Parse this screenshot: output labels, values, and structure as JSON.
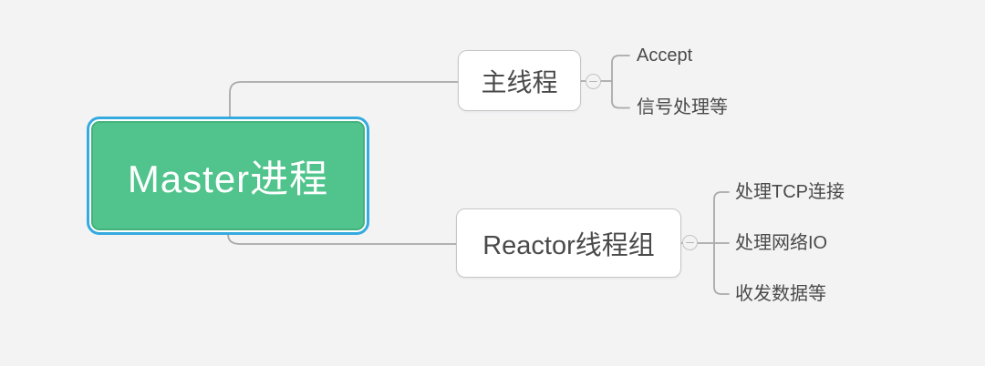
{
  "canvas": {
    "background": "#f3f3f4"
  },
  "mindmap": {
    "root": {
      "label": "Master进程",
      "fill_color": "#50c48c",
      "border_color": "#43b27c",
      "text_color": "#ffffff",
      "selected": true,
      "selection_color": "#35aadf"
    },
    "branches": [
      {
        "label": "主线程",
        "collapse_icon": "minus",
        "children": [
          {
            "label": "Accept"
          },
          {
            "label": "信号处理等"
          }
        ]
      },
      {
        "label": "Reactor线程组",
        "collapse_icon": "minus",
        "children": [
          {
            "label": "处理TCP连接"
          },
          {
            "label": "处理网络IO"
          },
          {
            "label": "收发数据等"
          }
        ]
      }
    ],
    "style": {
      "topic_fill": "#ffffff",
      "topic_border": "#c6c6c6",
      "topic_text": "#4a4a4a",
      "line_color": "#a9a9a9"
    }
  }
}
